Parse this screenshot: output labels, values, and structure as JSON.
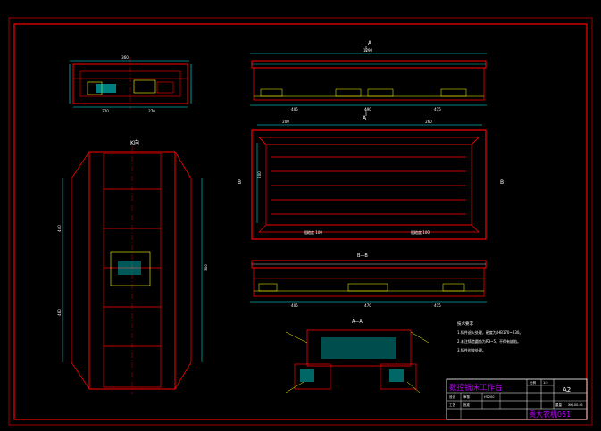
{
  "drawing": {
    "views": {
      "top_left_label": "",
      "section_k": "K向",
      "section_aa_top": "A",
      "section_aa_bottom": "A",
      "section_b_left": "B",
      "section_b_right": "B",
      "section_bb": "B—B",
      "section_aa": "A—A"
    },
    "dims": {
      "overall_top": "1290",
      "overall_left": "360",
      "left_a": "270",
      "left_b": "270",
      "front_bottom_1": "405",
      "front_bottom_2": "490",
      "front_bottom_3": "415",
      "plan_top_1": "200",
      "plan_top_2": "260",
      "plan_left": "200",
      "plan_note_1": "粗糙度 100",
      "plan_note_2": "粗糙度 100",
      "bb_bottom_1": "405",
      "bb_bottom_2": "470",
      "bb_bottom_3": "415",
      "side_1": "440",
      "side_2": "460",
      "side_3": "300"
    },
    "notes": {
      "title": "技术要求",
      "line1": "1.铸件退火处理，硬度为 HB170~230。",
      "line2": "2.未注铸造圆角为R3~5，不得有缺陷。",
      "line3": "3.铸件时效处理。"
    },
    "title_block": {
      "name": "数控铣床工作台",
      "material_code": "HT200",
      "quantity_label": "比例",
      "quantity": "1:5",
      "sheet_size": "A2",
      "row2_a": "设计",
      "row2_b": "审核",
      "row3_a": "工艺",
      "row3_b": "批准",
      "label_weight": "重量",
      "drawing_no": "XKJ-00-01",
      "school": "贵大农机051"
    }
  }
}
